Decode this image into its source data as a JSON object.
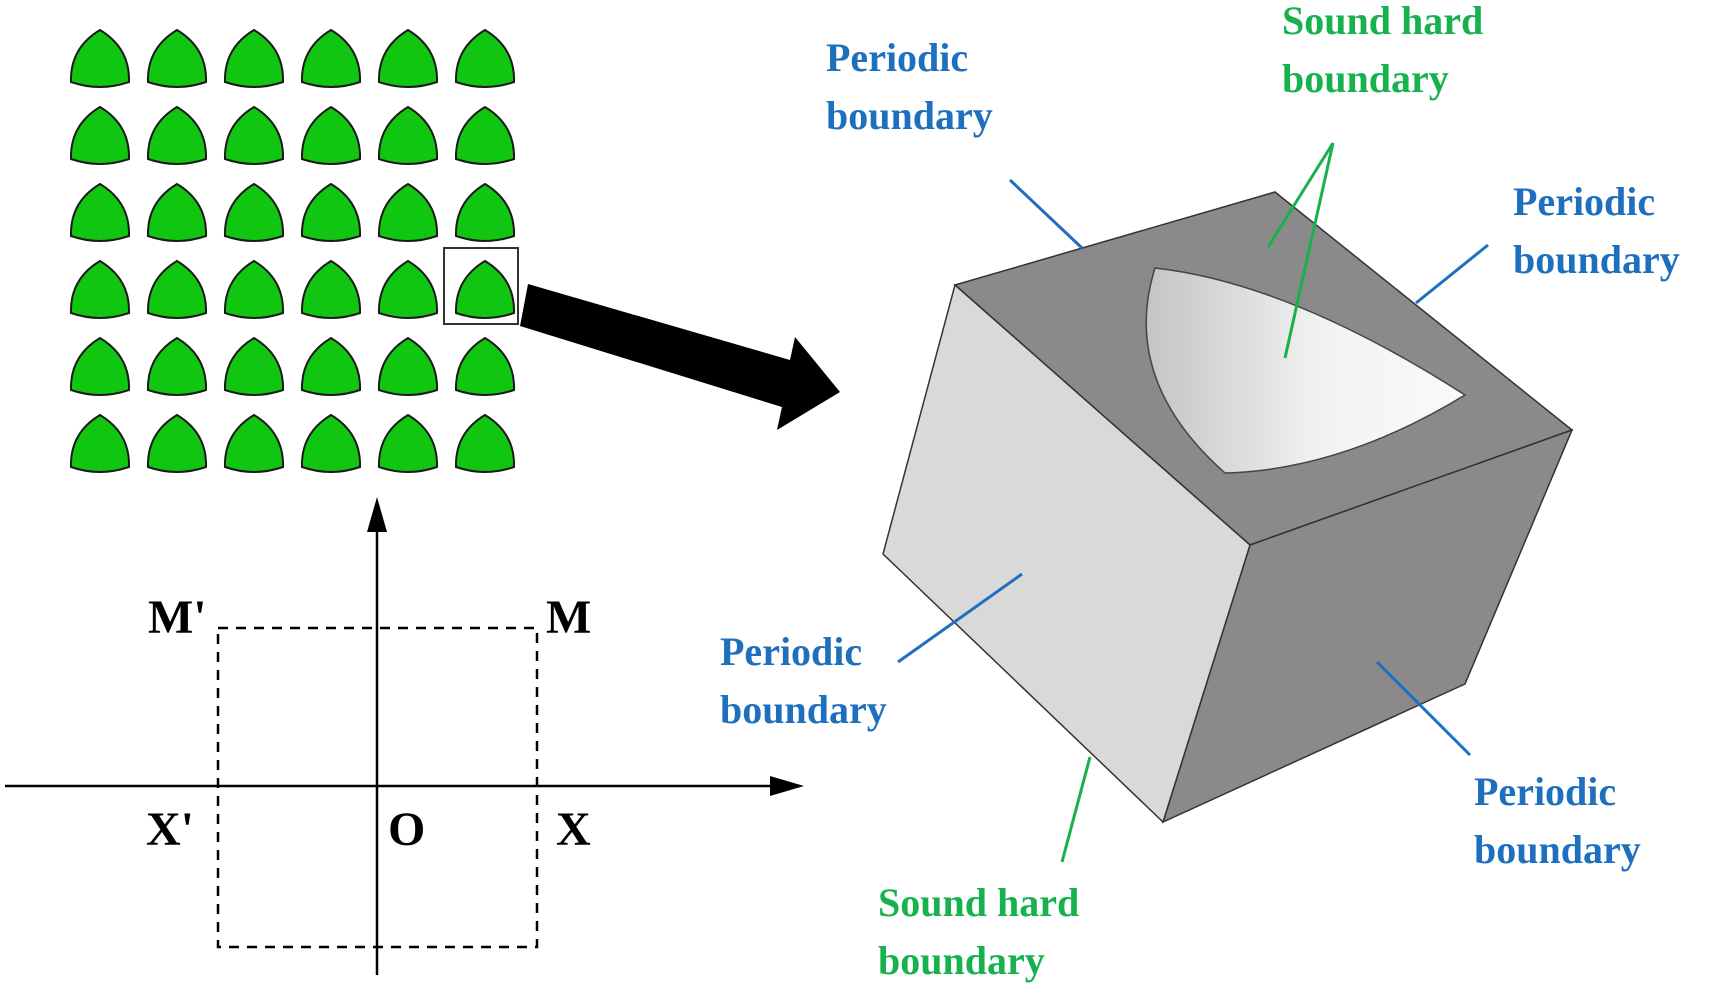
{
  "lattice": {
    "rows": 6,
    "cols": 6,
    "fill_color": "#11c611",
    "stroke_color": "#1a1a1a"
  },
  "colors": {
    "periodic": "#1f6fbf",
    "sound_hard": "#17b24d",
    "cube_dark": "#8a8a8a",
    "cube_light": "#d9d9d9"
  },
  "brillouin": {
    "corner_m": "M",
    "corner_m_prime": "M'",
    "point_x": "X",
    "point_x_prime": "X'",
    "origin": "O"
  },
  "labels": {
    "periodic_top_left": [
      "Periodic",
      "boundary"
    ],
    "sound_hard_top": [
      "Sound hard",
      "boundary"
    ],
    "periodic_top_right": [
      "Periodic",
      "boundary"
    ],
    "periodic_left": [
      "Periodic",
      "boundary"
    ],
    "periodic_bottom_right": [
      "Periodic",
      "boundary"
    ],
    "sound_hard_bottom": [
      "Sound hard",
      "boundary"
    ]
  }
}
